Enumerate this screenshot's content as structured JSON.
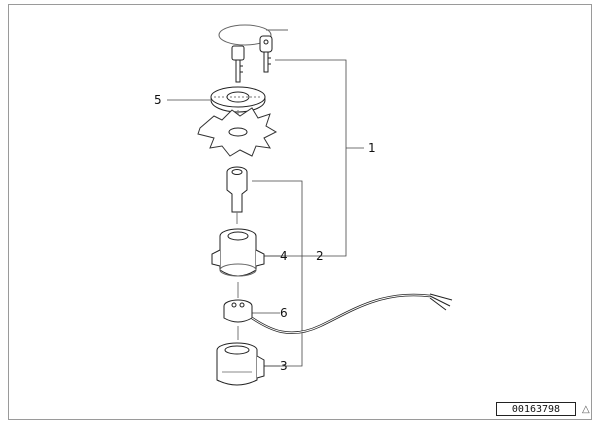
{
  "callouts": {
    "c1": "1",
    "c2": "2",
    "c3": "3",
    "c4": "4",
    "c5": "5",
    "c6": "6"
  },
  "reference_number": "00163798",
  "icons": {
    "corner": "triangle-up-icon"
  }
}
